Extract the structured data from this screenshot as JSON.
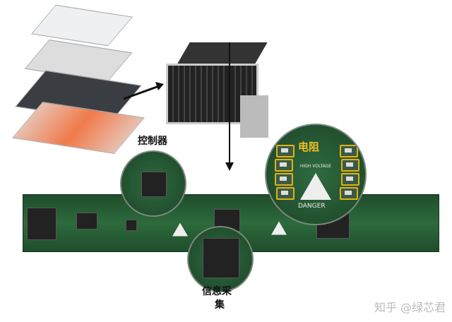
{
  "labels": {
    "controller": "控制器",
    "resistor": "电阻",
    "info_collect_line1": "信息采",
    "info_collect_line2": "集"
  },
  "pcb_markings": {
    "danger": "DANGER",
    "high_voltage": "HIGH VOLTAGE"
  },
  "watermark": "知乎 @绿芯君",
  "colors": {
    "pcb": "#2d6a3c",
    "highlight": "#e2b112",
    "arrow": "#111111"
  }
}
